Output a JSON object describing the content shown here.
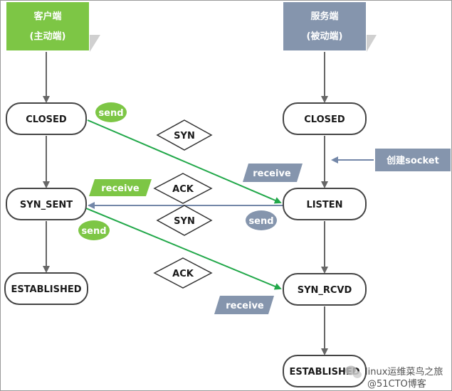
{
  "client": {
    "title": "客户端",
    "subtitle": "(主动端)"
  },
  "server": {
    "title": "服务端",
    "subtitle": "(被动端)"
  },
  "client_states": {
    "closed": "CLOSED",
    "syn_sent": "SYN_SENT",
    "established": "ESTABLISHED"
  },
  "server_states": {
    "closed": "CLOSED",
    "listen": "LISTEN",
    "syn_rcvd": "SYN_RCVD",
    "established": "ESTABLISHED"
  },
  "messages": {
    "syn1": "SYN",
    "ack1": "ACK",
    "syn2": "SYN",
    "ack2": "ACK"
  },
  "tags": {
    "client_send_1": "send",
    "client_receive": "receive",
    "client_send_2": "send",
    "server_receive_1": "receive",
    "server_send": "send",
    "server_receive_2": "receive"
  },
  "callout": {
    "create_socket": "创建socket"
  },
  "watermark": {
    "line1": "linux运维菜鸟之旅",
    "line2": "@51CTO博客"
  },
  "colors": {
    "client_green": "#7dc645",
    "server_slate": "#8595ad",
    "arrow_green": "#22a84a",
    "arrow_blue": "#7387a8",
    "flow_gray": "#666666"
  }
}
